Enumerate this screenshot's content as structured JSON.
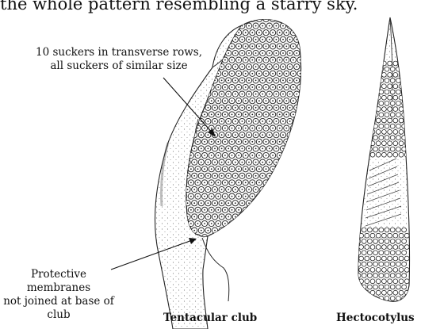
{
  "header": {
    "partial_text": "the whole pattern resembling a starry sky."
  },
  "annotations": {
    "suckers_line1": "10 suckers in transverse rows,",
    "suckers_line2": "all suckers of similar size",
    "membranes_line1": "Protective membranes",
    "membranes_line2": "not joined at base of club"
  },
  "captions": {
    "club": "Tentacular club",
    "hectocotylus": "Hectocotylus"
  }
}
